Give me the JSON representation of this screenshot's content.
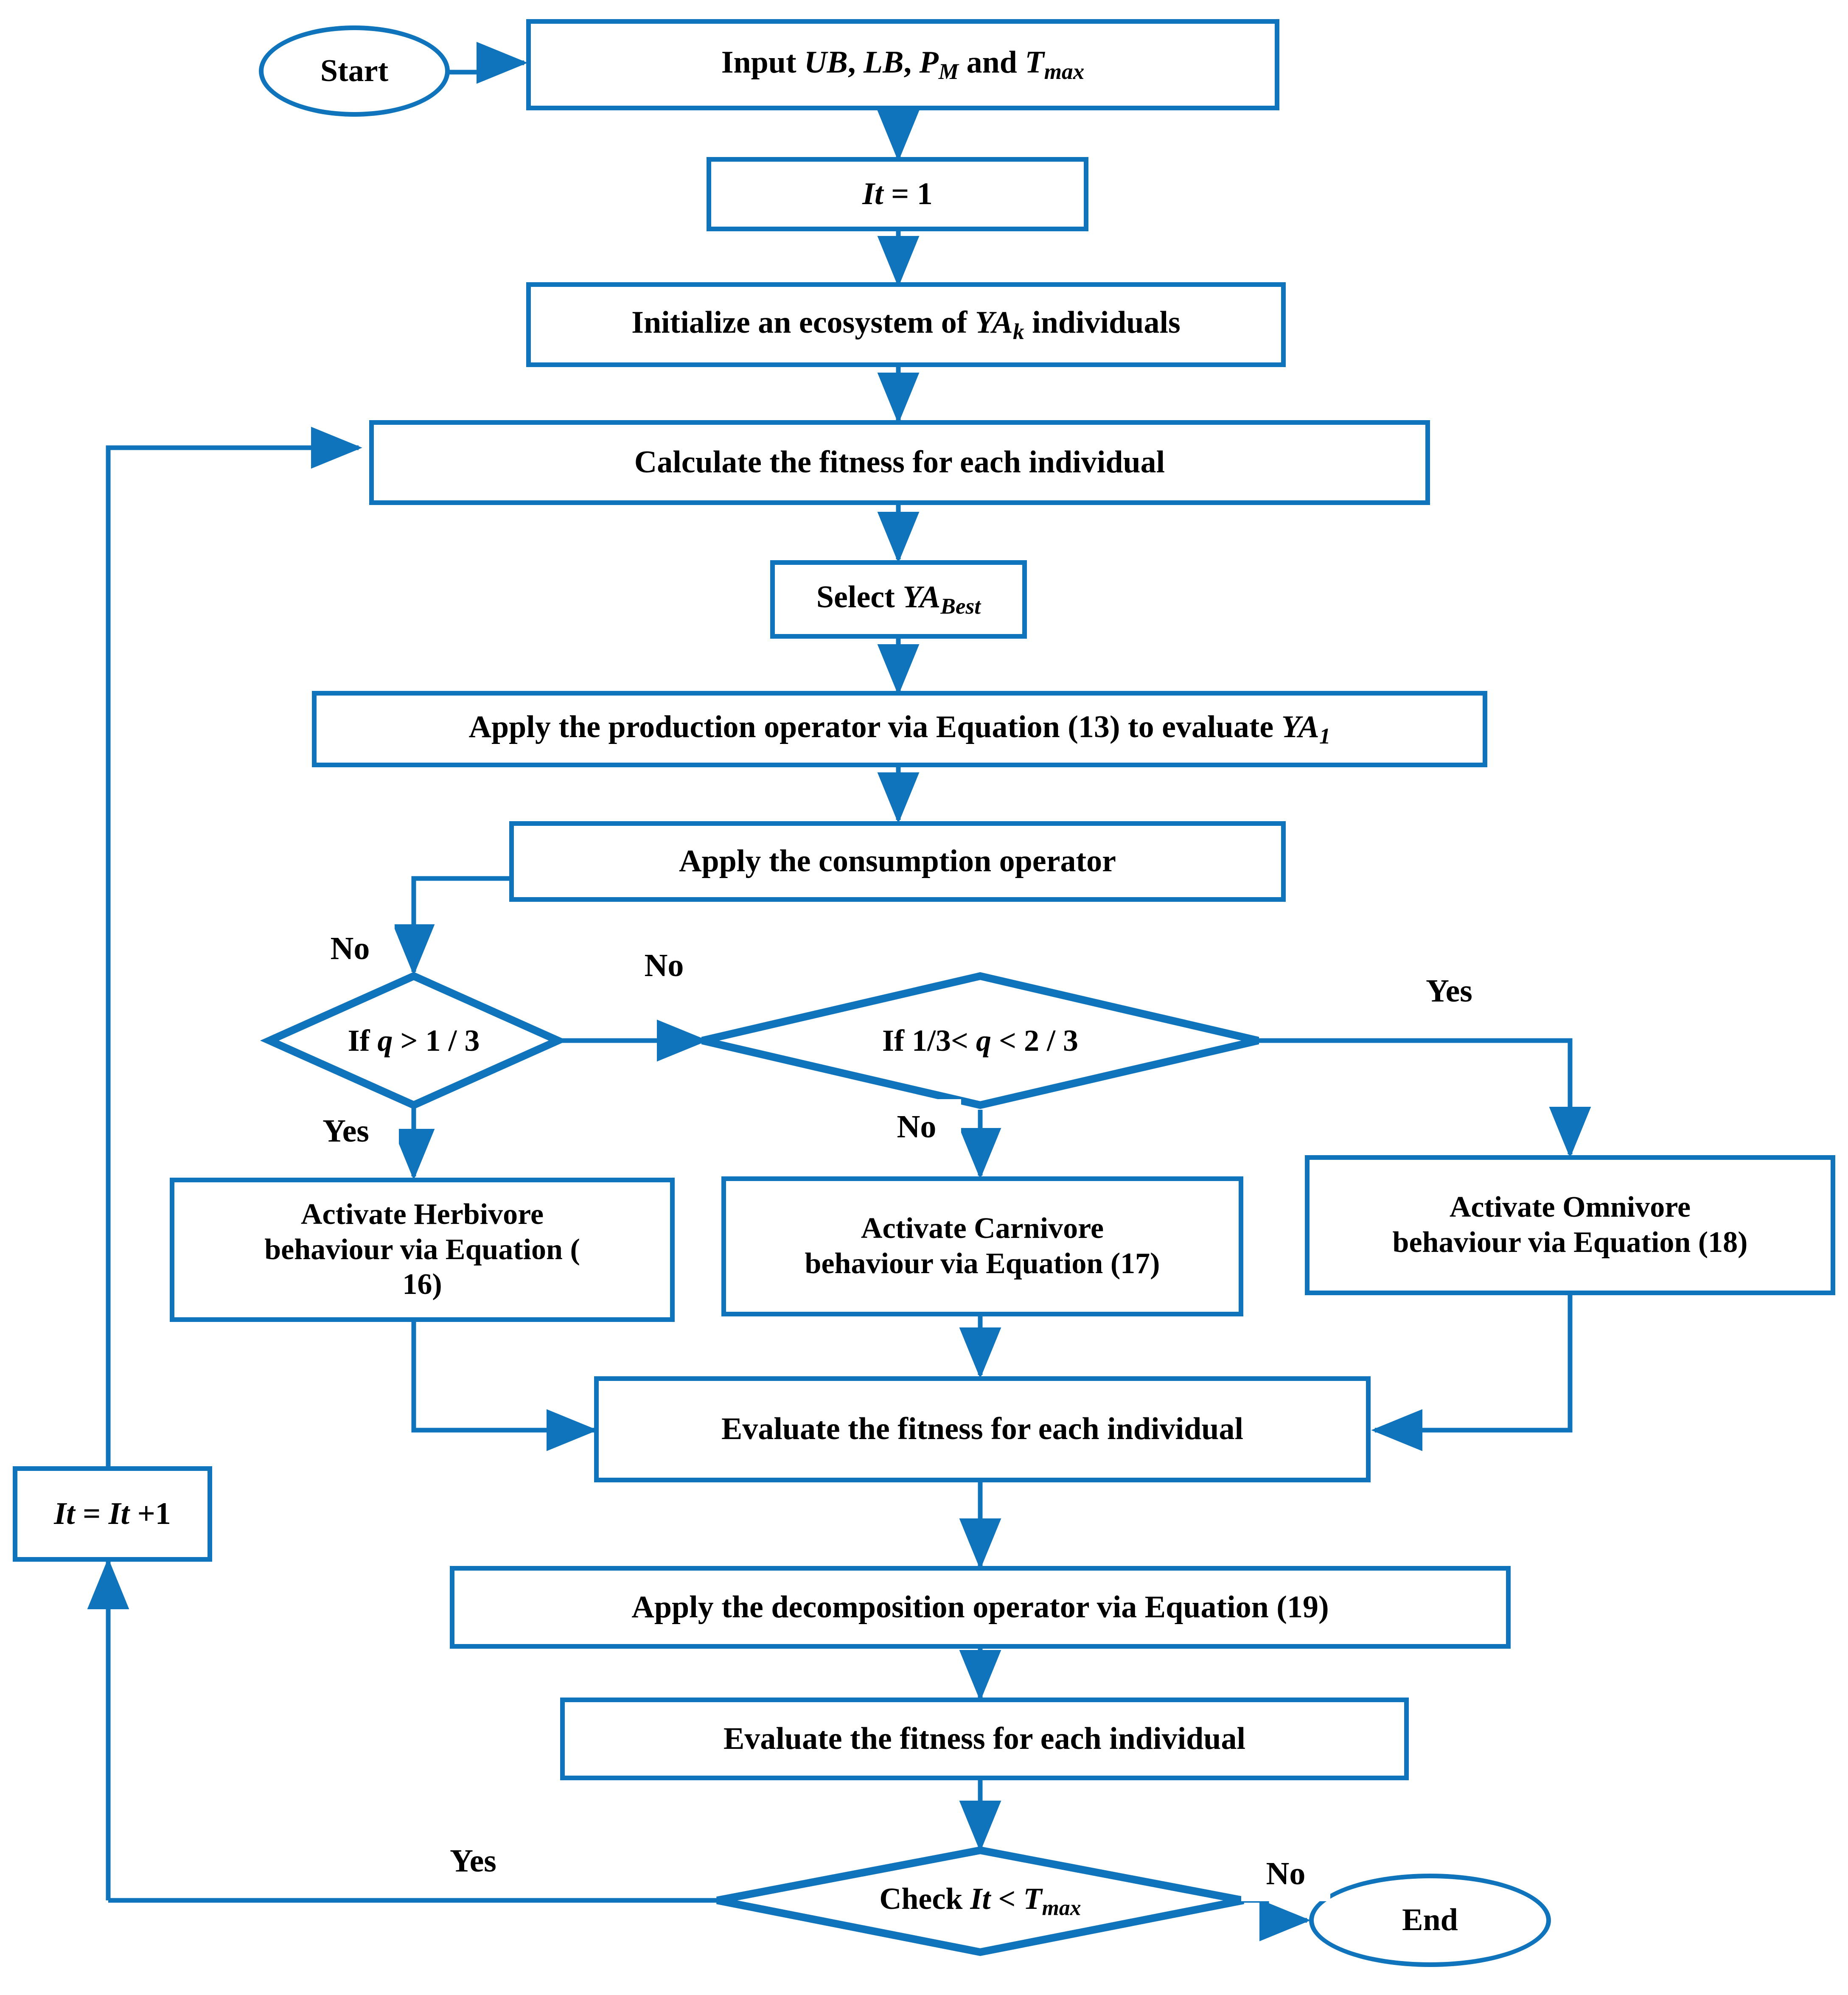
{
  "diagram": {
    "title": "Flowchart of the proposed algorithm",
    "accent_color": "#1074BC",
    "text_color": "#000000",
    "background": "#FFFFFF"
  },
  "nodes": {
    "start": {
      "label": "Start",
      "shape": "terminator"
    },
    "input": {
      "label": "Input UB, LB, PM and Tmax",
      "shape": "process",
      "rich": [
        "Input ",
        "UB",
        ", ",
        "LB",
        ", ",
        "P",
        "M",
        " and ",
        "T",
        "max"
      ]
    },
    "it_init": {
      "label": "It = 1",
      "shape": "process"
    },
    "initialize": {
      "label": "Initialize an ecosystem of YAk individuals",
      "shape": "process"
    },
    "calc_fitness": {
      "label": "Calculate the fitness for each individual",
      "shape": "process"
    },
    "select_best": {
      "label": "Select YABest",
      "shape": "process"
    },
    "production": {
      "label": "Apply the production operator via Equation (13) to evaluate YA1",
      "shape": "process"
    },
    "consumption": {
      "label": "Apply the consumption operator",
      "shape": "process"
    },
    "decision_q1": {
      "label": "If q > 1 / 3",
      "shape": "decision"
    },
    "decision_q2": {
      "label": "If 1/3< q < 2 / 3",
      "shape": "decision"
    },
    "herbivore": {
      "label": "Activate Herbivore behaviour via Equation ( 16)",
      "shape": "process",
      "line1": "Activate Herbivore",
      "line2": "behaviour via Equation (",
      "line3": "16)"
    },
    "carnivore": {
      "label": "Activate Carnivore behaviour via Equation (17)",
      "shape": "process",
      "line1": "Activate Carnivore",
      "line2": "behaviour via Equation (17)"
    },
    "omnivore": {
      "label": "Activate Omnivore behaviour via Equation (18)",
      "shape": "process",
      "line1": "Activate Omnivore",
      "line2": "behaviour via Equation (18)"
    },
    "eval_fitness_1": {
      "label": "Evaluate the fitness for each individual",
      "shape": "process"
    },
    "decomposition": {
      "label": "Apply the decomposition operator via Equation (19)",
      "shape": "process"
    },
    "eval_fitness_2": {
      "label": "Evaluate the fitness for each individual",
      "shape": "process"
    },
    "check_it": {
      "label": "Check It < Tmax",
      "shape": "decision"
    },
    "it_increment": {
      "label": "It = It +1",
      "shape": "process"
    },
    "end": {
      "label": "End",
      "shape": "terminator"
    }
  },
  "edge_labels": {
    "no_q1": "No",
    "yes_q1": "Yes",
    "no_q2_in": "No",
    "no_q2_out": "No",
    "yes_q2": "Yes",
    "yes_check": "Yes",
    "no_check": "No"
  },
  "symbols": {
    "UB": "UB",
    "LB": "LB",
    "P": "P",
    "M": "M",
    "T": "T",
    "max": "max",
    "It": "It",
    "YA": "YA",
    "k": "k",
    "Best": "Best",
    "one": "1",
    "q": "q"
  },
  "text_fragments": {
    "input_prefix": "Input ",
    "input_and": " and ",
    "comma": ", ",
    "it_eq_1": "It = 1",
    "init_a": "Initialize an ecosystem of ",
    "init_b": " individuals",
    "calc": "Calculate the fitness for each individual",
    "select": "Select  ",
    "prod_a": "Apply the production operator via Equation (13) to evaluate ",
    "consumption": "Apply the consumption operator",
    "if_prefix": "If ",
    "q1_rest": " > 1 / 3",
    "q2_pre": "If 1/3< ",
    "q2_rest": " < 2 / 3",
    "herb_l1": "Activate Herbivore",
    "herb_l2": "behaviour via Equation (",
    "herb_l3": "16)",
    "carn_l1": "Activate Carnivore",
    "carn_l2": "behaviour via Equation (17)",
    "omni_l1": "Activate Omnivore",
    "omni_l2": "behaviour via Equation (18)",
    "evaluate": "Evaluate the fitness for each individual",
    "decomp": "Apply the decomposition operator via Equation (19)",
    "check_pre": "Check ",
    "check_mid": " < ",
    "it_inc_pre": "It",
    "it_inc_mid": " = ",
    "it_inc_post": " +1",
    "start": "Start",
    "end": "End"
  }
}
